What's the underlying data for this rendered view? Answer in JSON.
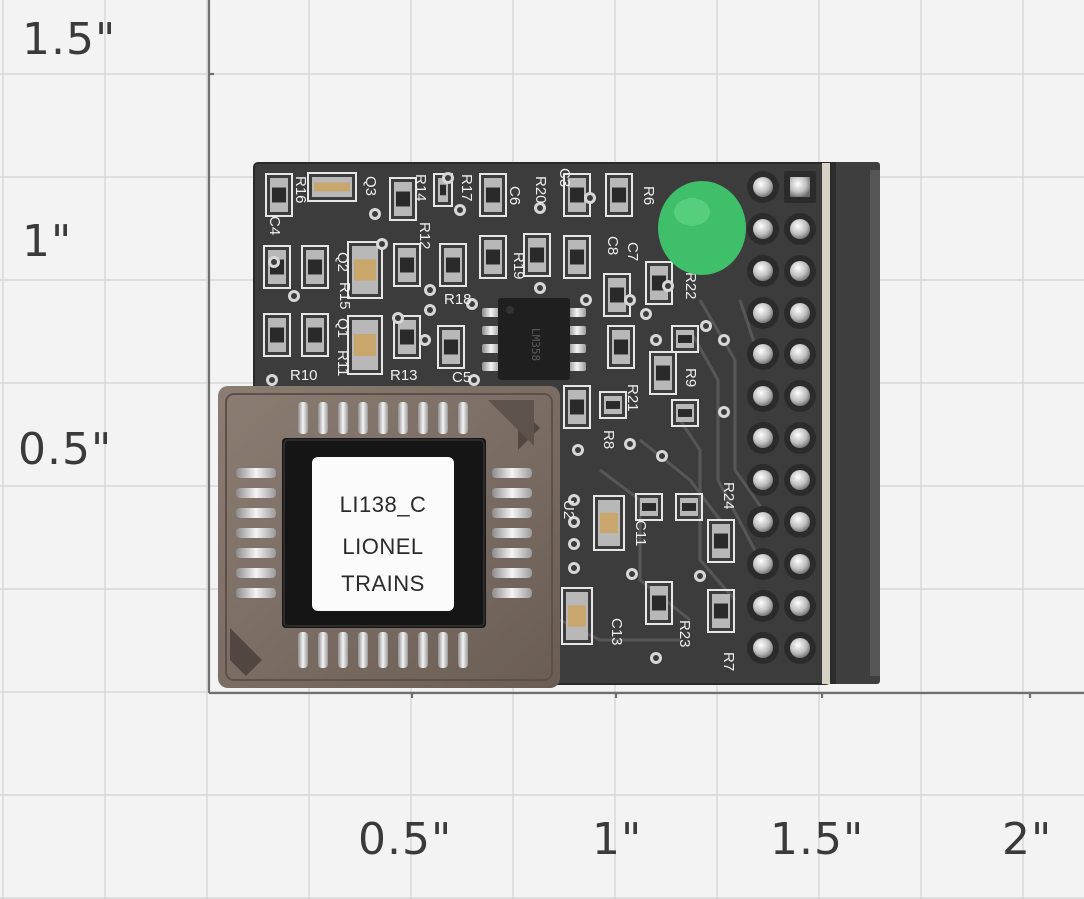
{
  "grid": {
    "y_labels": [
      "1.5\"",
      "1\"",
      "0.5\""
    ],
    "x_labels": [
      "0.5\"",
      "1\"",
      "1.5\"",
      "2\""
    ]
  },
  "chip": {
    "label_lines": [
      "LI138_C",
      "LIONEL",
      "TRAINS"
    ]
  },
  "pcb": {
    "silkscreen": [
      "R16",
      "Q3",
      "R14",
      "R17",
      "C6",
      "R20",
      "C3",
      "R6",
      "C4",
      "R12",
      "Q2",
      "R19",
      "C8",
      "C7",
      "R22",
      "R15",
      "Q1",
      "R18",
      "R11",
      "R10",
      "R13",
      "C5",
      "R21",
      "R9",
      "R8",
      "U2",
      "C11",
      "R24",
      "R23",
      "C13",
      "R7"
    ],
    "ic_marking": "LM358"
  },
  "colors": {
    "background": "#f3f3f3",
    "grid_line": "#d4d4d4",
    "grid_line_major": "#6f6f6f",
    "board": "#3c3c3c",
    "socket": "#77695f",
    "green_dot": "#3fbf6a"
  }
}
